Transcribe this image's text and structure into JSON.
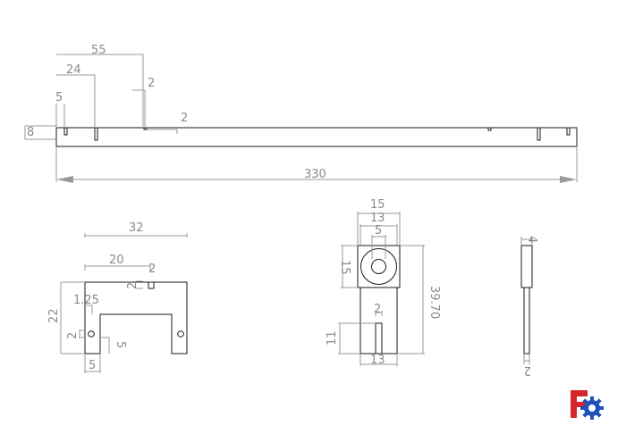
{
  "drawing": {
    "top_view": {
      "dims": {
        "overall_length": "330",
        "slot_offset_3": "55",
        "slot_offset_2": "24",
        "slot_offset_1": "5",
        "height": "8",
        "slot_depth": "2",
        "slot_width": "2"
      }
    },
    "front_view": {
      "dims": {
        "width": "32",
        "inner_width": "20",
        "notch": "2",
        "notch_depth": "2",
        "hole_offset": "1.25",
        "height": "22",
        "hole_size": "2",
        "leg_depth": "5",
        "leg_width": "5"
      }
    },
    "side_view": {
      "dims": {
        "outer": "15",
        "inner": "13",
        "bore": "5",
        "block": "15",
        "total": "39.70",
        "slot_width": "2",
        "slot_length": "11",
        "bottom_width": "13"
      }
    },
    "end_view": {
      "dims": {
        "top": "4",
        "bottom": "2"
      }
    }
  },
  "logo": {
    "name": "freecad-logo-icon",
    "colors": [
      "#d6262c",
      "#1f4fb8"
    ]
  }
}
